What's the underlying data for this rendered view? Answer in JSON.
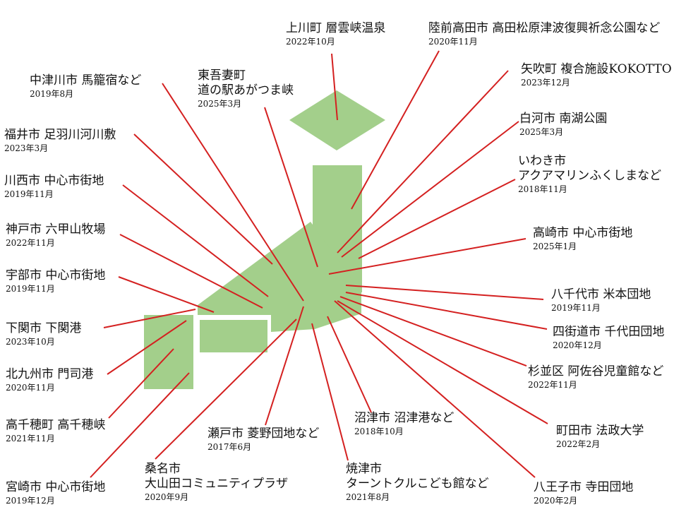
{
  "colors": {
    "land": "#a3cf8b",
    "leader": "#d42020",
    "text": "#111111"
  },
  "callouts": [
    {
      "id": "kamikawa",
      "lines": [
        "上川町 層雲峡温泉"
      ],
      "date": "2022年10月"
    },
    {
      "id": "rikuzentakata",
      "lines": [
        "陸前高田市 高田松原津波復興祈念公園など"
      ],
      "date": "2020年11月"
    },
    {
      "id": "nakatsugawa",
      "lines": [
        "中津川市 馬籠宿など"
      ],
      "date": "2019年8月"
    },
    {
      "id": "higashiagatsuma",
      "lines": [
        "東吾妻町",
        "道の駅あがつま峡"
      ],
      "date": "2025年3月"
    },
    {
      "id": "yabuki",
      "lines": [
        "矢吹町 複合施設KOKOTTO"
      ],
      "date": "2023年12月"
    },
    {
      "id": "fukui",
      "lines": [
        "福井市 足羽川河川敷"
      ],
      "date": "2023年3月"
    },
    {
      "id": "shirakawa",
      "lines": [
        "白河市 南湖公園"
      ],
      "date": "2025年3月"
    },
    {
      "id": "kawanishi",
      "lines": [
        "川西市 中心市街地"
      ],
      "date": "2019年11月"
    },
    {
      "id": "iwaki",
      "lines": [
        "いわき市",
        "アクアマリンふくしまなど"
      ],
      "date": "2018年11月"
    },
    {
      "id": "kobe",
      "lines": [
        "神戸市 六甲山牧場"
      ],
      "date": "2022年11月"
    },
    {
      "id": "takasaki",
      "lines": [
        "高崎市 中心市街地"
      ],
      "date": "2025年1月"
    },
    {
      "id": "ube",
      "lines": [
        "宇部市 中心市街地"
      ],
      "date": "2019年11月"
    },
    {
      "id": "yachiyo",
      "lines": [
        "八千代市 米本団地"
      ],
      "date": "2019年11月"
    },
    {
      "id": "shimonoseki",
      "lines": [
        "下関市 下関港"
      ],
      "date": "2023年10月"
    },
    {
      "id": "yotsukaido",
      "lines": [
        "四街道市 千代田団地"
      ],
      "date": "2020年12月"
    },
    {
      "id": "kitakyushu",
      "lines": [
        "北九州市 門司港"
      ],
      "date": "2020年11月"
    },
    {
      "id": "suginami",
      "lines": [
        "杉並区 阿佐谷児童館など"
      ],
      "date": "2022年11月"
    },
    {
      "id": "takachiho",
      "lines": [
        "高千穂町 高千穂峡"
      ],
      "date": "2021年11月"
    },
    {
      "id": "seto",
      "lines": [
        "瀬戸市 菱野団地など"
      ],
      "date": "2017年6月"
    },
    {
      "id": "numazu",
      "lines": [
        "沼津市 沼津港など"
      ],
      "date": "2018年10月"
    },
    {
      "id": "machida",
      "lines": [
        "町田市 法政大学"
      ],
      "date": "2022年2月"
    },
    {
      "id": "miyazaki",
      "lines": [
        "宮崎市 中心市街地"
      ],
      "date": "2019年12月"
    },
    {
      "id": "kuwana",
      "lines": [
        "桑名市",
        "大山田コミュニティプラザ"
      ],
      "date": "2020年9月"
    },
    {
      "id": "yaizu",
      "lines": [
        "焼津市",
        "ターントクルこども館など"
      ],
      "date": "2021年8月"
    },
    {
      "id": "hachioji",
      "lines": [
        "八王子市 寺田団地"
      ],
      "date": "2020年2月"
    }
  ]
}
